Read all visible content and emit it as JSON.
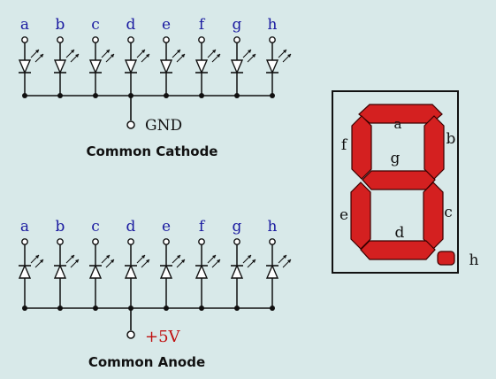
{
  "colors": {
    "background": "#d8e9e9",
    "pin_label": "#1a1aa0",
    "wire": "#111111",
    "segment_fill": "#d42020",
    "segment_stroke": "#3a0000",
    "supply_label": "#c01010"
  },
  "common_cathode": {
    "pins": [
      "a",
      "b",
      "c",
      "d",
      "e",
      "f",
      "g",
      "h"
    ],
    "node_label": "GND",
    "title": "Common Cathode"
  },
  "common_anode": {
    "pins": [
      "a",
      "b",
      "c",
      "d",
      "e",
      "f",
      "g",
      "h"
    ],
    "node_label": "+5V",
    "title": "Common Anode"
  },
  "display": {
    "segment_labels": {
      "a": "a",
      "b": "b",
      "c": "c",
      "d": "d",
      "e": "e",
      "f": "f",
      "g": "g",
      "h": "h"
    }
  }
}
